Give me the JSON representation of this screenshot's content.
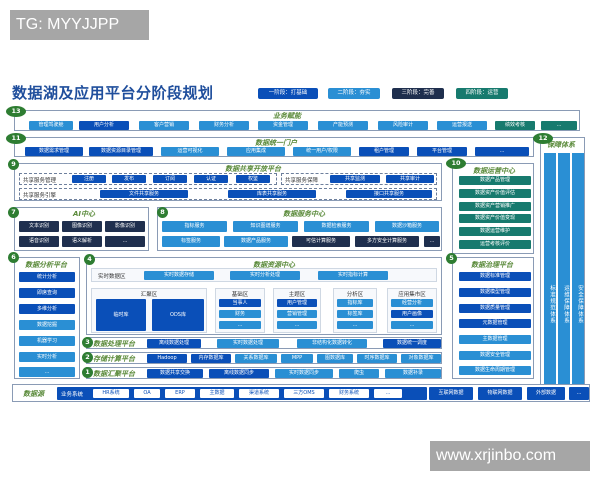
{
  "watermarks": {
    "top_left": "TG: MYYJJPP",
    "bottom_right": "www.xrjinbo.com"
  },
  "title": "数据湖及应用平台分阶段规划",
  "legend": [
    {
      "label": "一阶段：打基础",
      "color": "#0a4fb8"
    },
    {
      "label": "二阶段：夯实",
      "color": "#2a8fd4"
    },
    {
      "label": "三阶段：完善",
      "color": "#1f2f4e"
    },
    {
      "label": "四阶段：运营",
      "color": "#177a6e"
    }
  ],
  "layer13": {
    "num": "13",
    "title": "业务赋能",
    "items": [
      "管理驾驶舱",
      "用户分析",
      "客户营销",
      "财务分析",
      "资金管理",
      "产能预测",
      "风险审计",
      "运营报送",
      "绩效考核",
      "..."
    ]
  },
  "layer11": {
    "num": "11",
    "title": "数据统一门户",
    "items": [
      "数据需求管理",
      "数据资源目录管理",
      "运营可视化",
      "应用集成",
      "统一用户/权限",
      "租户管理",
      "平台管理",
      "..."
    ]
  },
  "layer12": {
    "num": "12",
    "title": "保障体系",
    "items": [
      "标准规范体系",
      "运维保障体系",
      "安全保障体系"
    ]
  },
  "layer9": {
    "num": "9",
    "title": "数据共享开放平台",
    "mgmt_label": "共享服务管理",
    "mgmt_items": [
      "注册",
      "发布",
      "订阅",
      "认证",
      "权鉴"
    ],
    "guard_label": "共享服务保障",
    "guard_items": [
      "共享监测",
      "共享审计"
    ],
    "engine_label": "共享服务引擎",
    "engine_items": [
      "文件共享服务",
      "库表共享服务",
      "接口共享服务"
    ]
  },
  "layer10": {
    "num": "10",
    "title": "数据运营中心",
    "items": [
      "数据产品管理",
      "数据资产价值评估",
      "数据资产营销推广",
      "数据资产价值变现",
      "数据运营维护",
      "运营考核评价"
    ]
  },
  "layer7": {
    "num": "7",
    "title": "AI中心",
    "items": [
      "文本识别",
      "图像识别",
      "影像识别",
      "语音识别",
      "语义解析",
      "..."
    ]
  },
  "layer8": {
    "num": "8",
    "title": "数据服务中心",
    "items": [
      "指标服务",
      "知识图谱服务",
      "数据检索服务",
      "数据沙箱服务",
      "标签服务",
      "数据产品服务",
      "可信计算服务",
      "多方安全计算服务",
      "..."
    ]
  },
  "layer6": {
    "num": "6",
    "title": "数据分析平台",
    "items": [
      "统计分析",
      "即席查询",
      "多维分析",
      "数据挖掘",
      "机器学习",
      "实时分析",
      "..."
    ]
  },
  "layer4": {
    "num": "4",
    "title": "数据资源中心",
    "realtime_label": "实时数据区",
    "realtime_items": [
      "实时数据存储",
      "实时分析处理",
      "实时指标计算"
    ],
    "gather": {
      "label": "汇聚区",
      "items": [
        "临时库",
        "ODS库"
      ]
    },
    "base": {
      "label": "基础区",
      "items": [
        "当事人",
        "财务",
        "..."
      ]
    },
    "topic": {
      "label": "主题区",
      "items": [
        "用户管理",
        "营销管理",
        "..."
      ]
    },
    "analysis": {
      "label": "分析区",
      "items": [
        "指标库",
        "标签库",
        "..."
      ]
    },
    "mart": {
      "label": "应用集市区",
      "items": [
        "经营分析",
        "用户画像",
        "..."
      ]
    }
  },
  "layer5": {
    "num": "5",
    "title": "数据治理平台",
    "items": [
      "数据标准管理",
      "数据模型管理",
      "数据质量管理",
      "元数据管理",
      "主数据管理",
      "数据安全管理",
      "数据生命周期管理"
    ]
  },
  "layer3": {
    "num": "3",
    "title": "数据处理平台",
    "items": [
      "离线数据处理",
      "实时数据处理",
      "非结构化数据转化",
      "数据统一调度"
    ]
  },
  "layer2": {
    "num": "2",
    "title": "存储计算平台",
    "items": [
      "Hadoop",
      "内存数据库",
      "关系数据库",
      "MPP",
      "图数据库",
      "时序数据库",
      "对象数据库"
    ]
  },
  "layer1": {
    "num": "1",
    "title": "数据汇聚平台",
    "items": [
      "数据共享交换",
      "离线数据同步",
      "实时数据同步",
      "爬虫",
      "数据补录"
    ]
  },
  "sources": {
    "title": "数据源",
    "biz_label": "业务系统",
    "biz_items": [
      "HR系统",
      "OA",
      "ERP",
      "主数据",
      "渠道系统",
      "三方OMS",
      "财务系统",
      "..."
    ],
    "ext_items": [
      "互联网数据",
      "物联网数据",
      "外部数据",
      "..."
    ]
  }
}
